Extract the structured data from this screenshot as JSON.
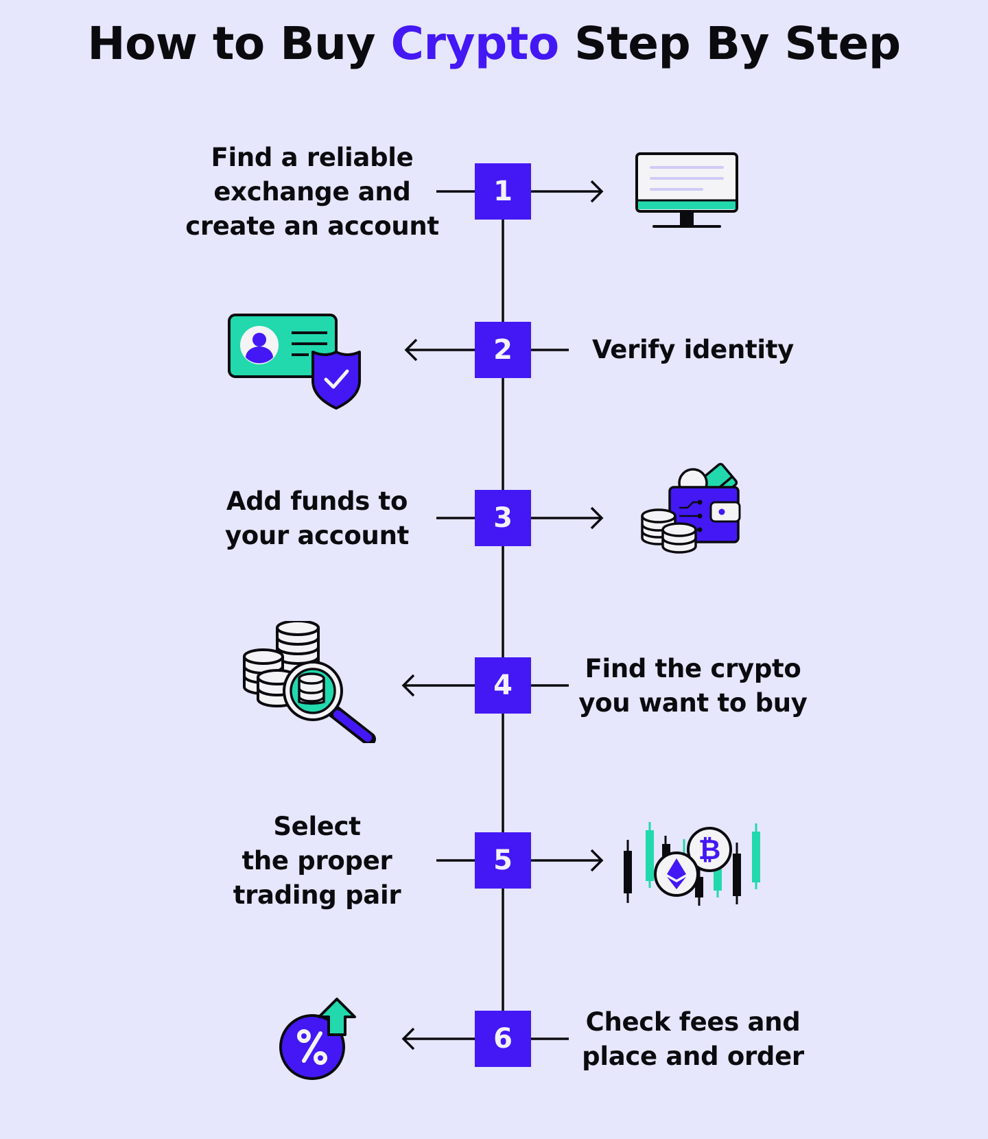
{
  "title": {
    "prefix": "How to Buy ",
    "accent": "Crypto",
    "suffix": " Step By Step"
  },
  "colors": {
    "background": "#E6E6FC",
    "accent": "#4318F5",
    "teal": "#22D9AE",
    "ink": "#0B0B0F",
    "paper": "#F4F4F6"
  },
  "steps": [
    {
      "number": "1",
      "text": "Find a reliable\nexchange and\ncreate an account",
      "text_side": "left",
      "icon": "monitor-icon"
    },
    {
      "number": "2",
      "text": "Verify identity",
      "text_side": "right",
      "icon": "id-card-shield-icon"
    },
    {
      "number": "3",
      "text": "Add funds to\nyour account",
      "text_side": "left",
      "icon": "wallet-coins-icon"
    },
    {
      "number": "4",
      "text": "Find the crypto\nyou want to buy",
      "text_side": "right",
      "icon": "coins-magnifier-icon"
    },
    {
      "number": "5",
      "text": "Select\nthe proper\ntrading pair",
      "text_side": "left",
      "icon": "trading-pair-chart-icon"
    },
    {
      "number": "6",
      "text": "Check fees and\nplace and order",
      "text_side": "right",
      "icon": "percent-up-icon"
    }
  ]
}
